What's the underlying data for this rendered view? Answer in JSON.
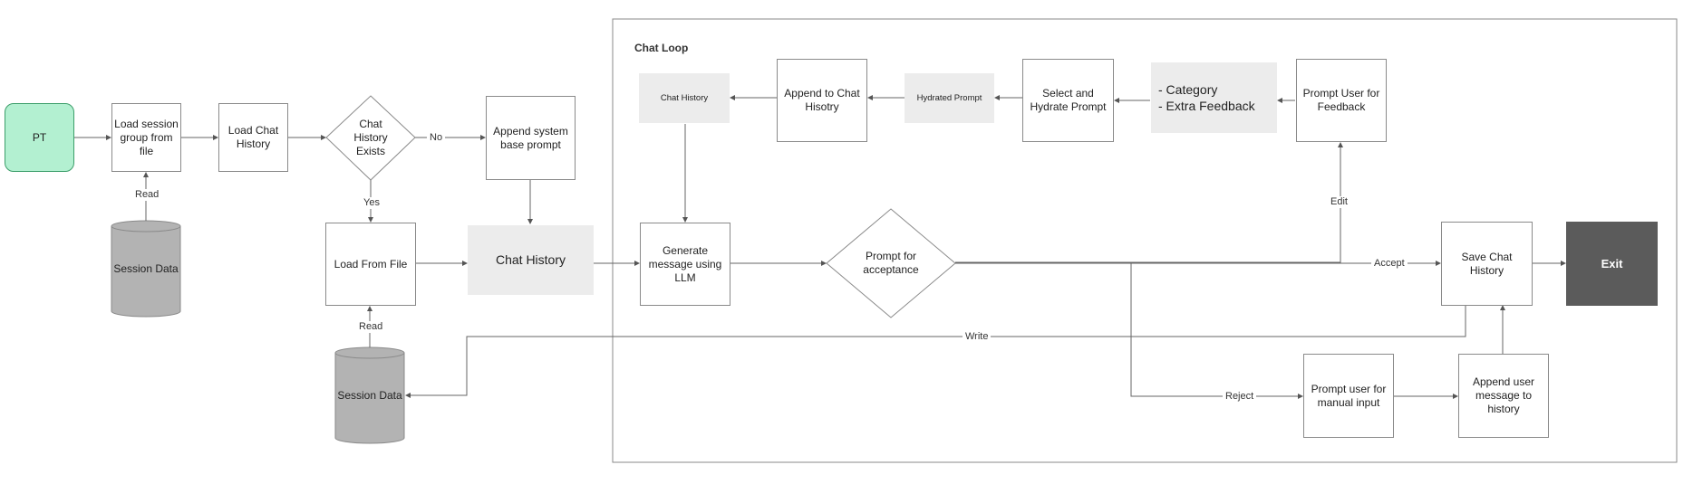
{
  "diagram": {
    "loop_title": "Chat Loop",
    "nodes": {
      "pt": "PT",
      "load_session_group": "Load session group from file",
      "session_data_top": "Session Data",
      "load_chat_history": "Load Chat History",
      "chat_history_exists": "Chat History Exists",
      "append_system_prompt": "Append system base prompt",
      "load_from_file": "Load From File",
      "session_data_bottom": "Session Data",
      "chat_history_main": "Chat History",
      "chat_history_small": "Chat History",
      "append_to_chat_history": "Append to Chat Hisotry",
      "hydrated_prompt": "Hydrated Prompt",
      "select_hydrate": "Select and Hydrate Prompt",
      "category_feedback": "- Category\n- Extra Feedback",
      "prompt_user_feedback": "Prompt User for Feedback",
      "generate_message": "Generate message using LLM",
      "prompt_acceptance": "Prompt for acceptance",
      "save_chat_history": "Save Chat History",
      "exit": "Exit",
      "prompt_manual_input": "Prompt user for manual input",
      "append_user_message": "Append user message to history"
    },
    "edge_labels": {
      "read_top": "Read",
      "read_bottom": "Read",
      "no": "No",
      "yes": "Yes",
      "edit": "Edit",
      "accept": "Accept",
      "write": "Write",
      "reject": "Reject"
    },
    "colors": {
      "start": "#b3f0d1",
      "start_border": "#3c9e6a",
      "exit": "#5b5b5b",
      "storage": "#b3b3b3",
      "note": "#ececec"
    }
  }
}
